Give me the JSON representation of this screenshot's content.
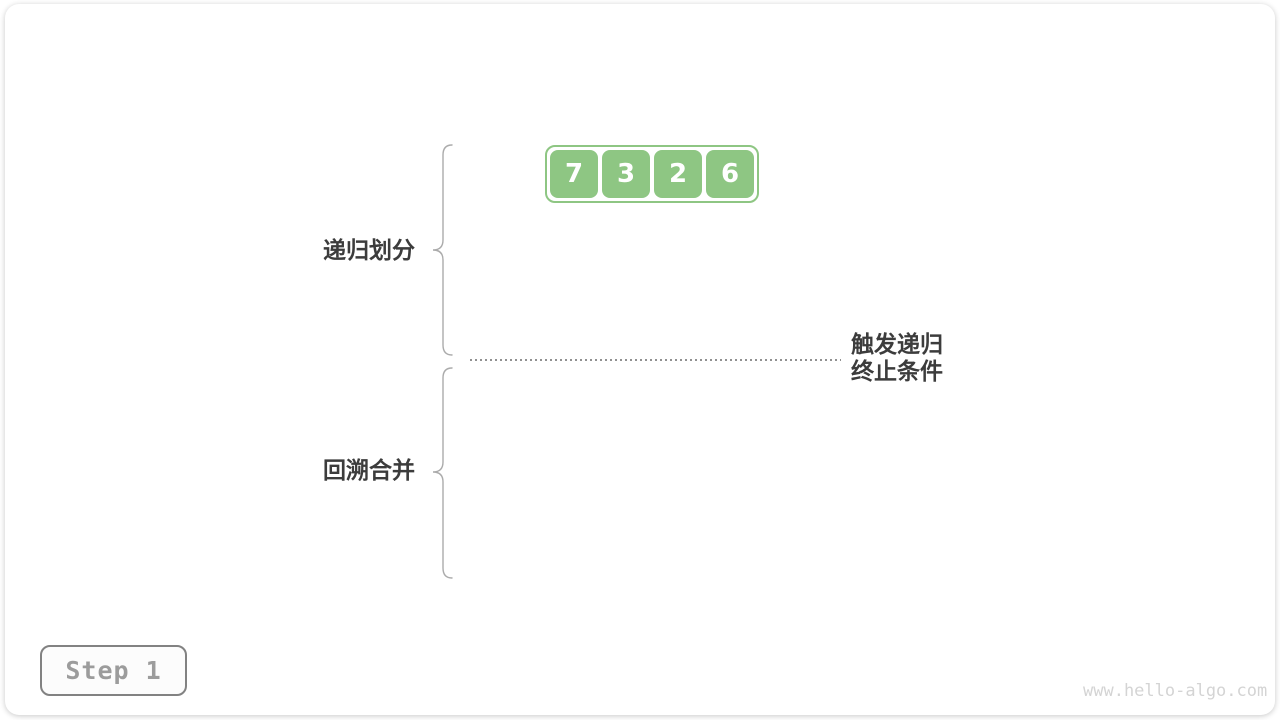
{
  "diagram": {
    "array": {
      "values": [
        "7",
        "3",
        "2",
        "6"
      ]
    },
    "labels": {
      "top_phase": "递归划分",
      "bottom_phase": "回溯合并",
      "divider_line1": "触发递归",
      "divider_line2": "终止条件"
    },
    "colors": {
      "node_green": "#8EC683",
      "label_text": "#3C3C3C",
      "brace_gray": "#ABABAB",
      "dotted_line": "#909090",
      "step_border": "#828282",
      "step_text": "#9C9C9C",
      "watermark": "#D4D4D4"
    }
  },
  "footer": {
    "step_label": "Step 1",
    "watermark": "www.hello-algo.com"
  }
}
